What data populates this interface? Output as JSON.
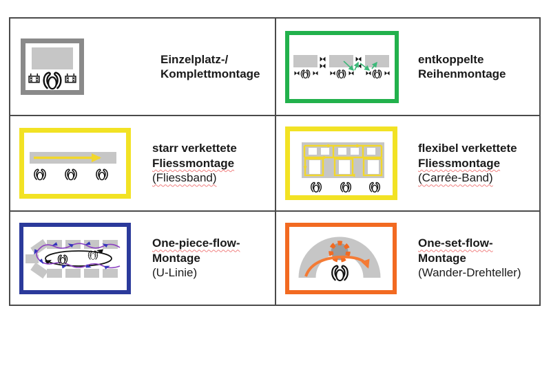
{
  "colors": {
    "grid": "#4a4a4a",
    "gray": "#8a8a8a",
    "green": "#22b14c",
    "yellow": "#f2e224",
    "blue": "#2b3a9b",
    "orange": "#f26a21",
    "lightgray": "#c6c6c6",
    "midgray": "#9b9b9b",
    "bandyellow": "#f2d72b",
    "agreen": "#3cb878",
    "purple": "#8a3fc0",
    "ablue": "#3434bb",
    "aorange": "#f47b35",
    "sqred": "#f08080",
    "ink": "#1a1a1a"
  },
  "cells": {
    "einzelplatz": {
      "l1": "Einzelplatz-/",
      "l2": "Komplettmontage"
    },
    "reihen": {
      "l1": "entkoppelte",
      "l2": "Reihenmontage"
    },
    "fliessband": {
      "l1": "starr verkettete",
      "l2": "Fliessmontage",
      "l3": "(Fliessband)"
    },
    "carree": {
      "l1": "flexibel verkettete",
      "l2": "Fliessmontage",
      "l3": "(Carrée-Band)"
    },
    "ulinie": {
      "l1": "One-piece-flow-",
      "l2": "Montage",
      "l3": "(U-Linie)"
    },
    "drehteller": {
      "l1": "One-set-flow-",
      "l2": "Montage",
      "l3": "(Wander-Drehteller)"
    }
  },
  "icons": {
    "einzelplatz": "single-manual-workstation",
    "reihen": "decoupled-stations-with-buffers",
    "fliessband": "conveyor-belt-with-workers",
    "carree": "carree-band-loops",
    "ulinie": "u-shaped-one-piece-flow-cell",
    "drehteller": "rotary-table-arch-station"
  }
}
